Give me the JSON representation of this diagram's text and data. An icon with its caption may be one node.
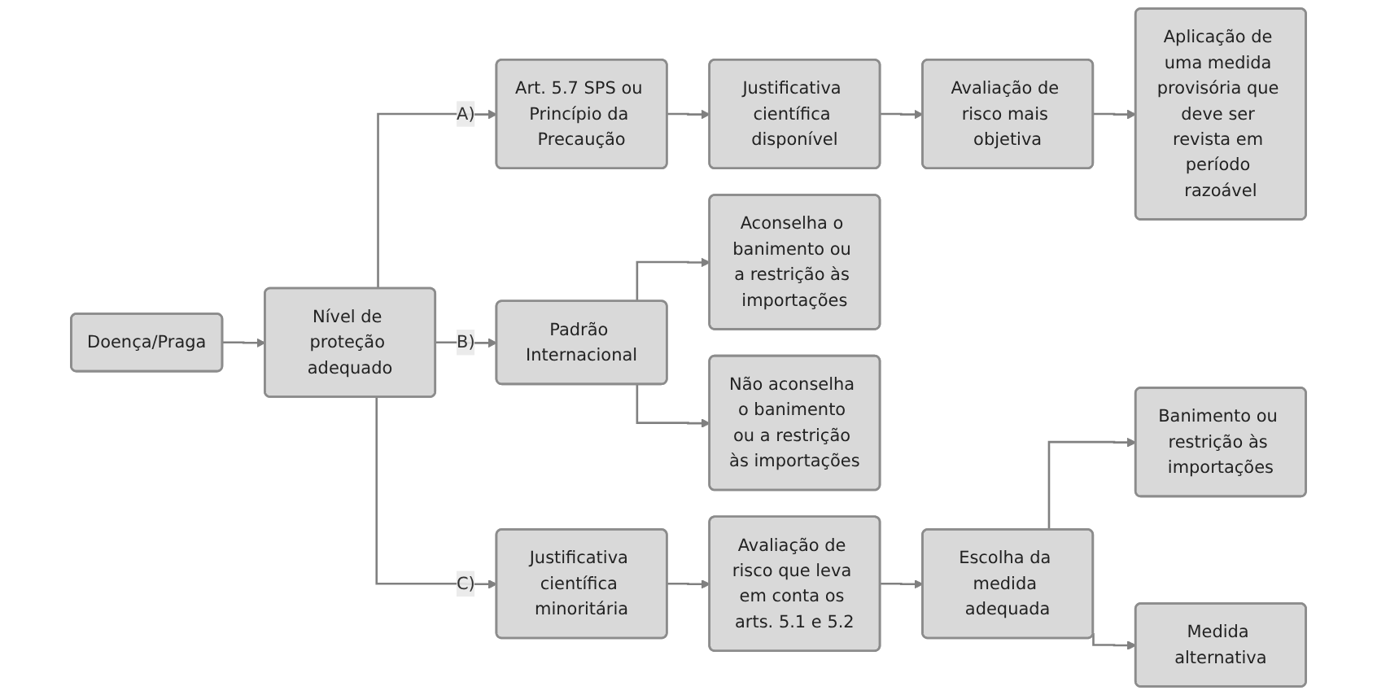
{
  "diagram": {
    "nodes": [
      {
        "text": [
          "Doença/Praga"
        ]
      },
      {
        "text": [
          "Nível de proteção adequado"
        ]
      },
      {
        "text": [
          "Art. 5.7 SPS ou Princípio da Precaução"
        ]
      },
      {
        "text": [
          "Justificativa científica disponível"
        ]
      },
      {
        "text": [
          "Avaliação de risco mais objetiva"
        ]
      },
      {
        "text": [
          "Aplicação de uma medida provisória que deve ser revista em período razoável"
        ]
      },
      {
        "text": [
          "Padrão Internacional"
        ]
      },
      {
        "text": [
          "Aconselha o banimento ou a restrição às importações"
        ]
      },
      {
        "text": [
          "Não aconselha o banimento ou a restrição às importações"
        ]
      },
      {
        "text": [
          "Justificativa científica minoritária"
        ]
      },
      {
        "text": [
          "Avaliação de risco que leva em conta os arts. 5.1 e 5.2"
        ]
      },
      {
        "text": [
          "Escolha da medida adequada"
        ]
      },
      {
        "text": [
          "Banimento ou restrição às importações"
        ]
      },
      {
        "text": [
          "Medida alternativa"
        ]
      }
    ],
    "edges": [
      {
        "from": 0,
        "to": 1,
        "arrow": "to"
      },
      {
        "from": 1,
        "to": 2,
        "arrow": "to",
        "label": "A)"
      },
      {
        "from": 1,
        "to": 6,
        "arrow": "to",
        "label": "B)"
      },
      {
        "from": 1,
        "to": 9,
        "arrow": "to",
        "label": "C)"
      },
      {
        "from": 2,
        "to": 3,
        "arrow": "to"
      },
      {
        "from": 3,
        "to": 4,
        "arrow": "to"
      },
      {
        "from": 4,
        "to": 5,
        "arrow": "to"
      },
      {
        "from": 6,
        "to": 7,
        "arrow": "to"
      },
      {
        "from": 6,
        "to": 8,
        "arrow": "to"
      },
      {
        "from": 9,
        "to": 10,
        "arrow": "to"
      },
      {
        "from": 10,
        "to": 11,
        "arrow": "to"
      },
      {
        "from": 11,
        "to": 12,
        "arrow": "to"
      },
      {
        "from": 11,
        "to": 13,
        "arrow": "to"
      }
    ]
  }
}
